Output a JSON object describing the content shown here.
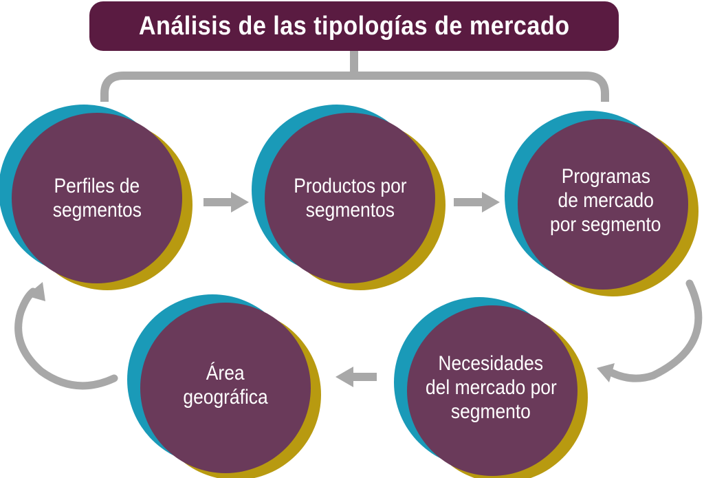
{
  "title": "Análisis de las tipologías de mercado",
  "colors": {
    "title_bg": "#5a1b41",
    "circle_fill": "#6a3a5a",
    "circle_back_left": "#1a9ab8",
    "circle_back_right": "#b89a10",
    "connector": "#a8a8a8",
    "text": "#ffffff"
  },
  "nodes": [
    {
      "id": "perfiles",
      "lines": [
        "Perfiles de",
        "segmentos"
      ]
    },
    {
      "id": "productos",
      "lines": [
        "Productos por",
        "segmentos"
      ]
    },
    {
      "id": "programas",
      "lines": [
        "Programas",
        "de mercado",
        "por segmento"
      ]
    },
    {
      "id": "necesidades",
      "lines": [
        "Necesidades",
        "del mercado por",
        "segmento"
      ]
    },
    {
      "id": "area",
      "lines": [
        "Área",
        "geográfica"
      ]
    }
  ],
  "edges": [
    {
      "from": "perfiles",
      "to": "productos"
    },
    {
      "from": "productos",
      "to": "programas"
    },
    {
      "from": "programas",
      "to": "necesidades"
    },
    {
      "from": "necesidades",
      "to": "area"
    },
    {
      "from": "area",
      "to": "perfiles"
    }
  ]
}
